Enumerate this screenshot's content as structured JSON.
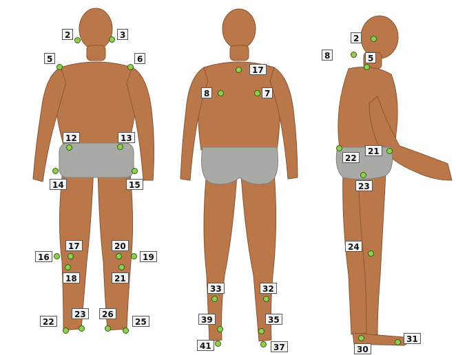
{
  "colors": {
    "skin": "#b9774a",
    "skin_dark": "#8a5432",
    "shorts": "#a9aaa6",
    "marker": "#8fd14f",
    "label_bg": "#f4f4f4"
  },
  "views": [
    {
      "id": "front",
      "markers": [
        {
          "label": "2"
        },
        {
          "label": "3"
        },
        {
          "label": "5"
        },
        {
          "label": "6"
        },
        {
          "label": "12"
        },
        {
          "label": "13"
        },
        {
          "label": "14"
        },
        {
          "label": "15"
        },
        {
          "label": "16"
        },
        {
          "label": "17"
        },
        {
          "label": "18"
        },
        {
          "label": "20"
        },
        {
          "label": "19"
        },
        {
          "label": "21"
        },
        {
          "label": "22"
        },
        {
          "label": "23"
        },
        {
          "label": "26"
        },
        {
          "label": "25"
        }
      ]
    },
    {
      "id": "back",
      "markers": [
        {
          "label": "17"
        },
        {
          "label": "8"
        },
        {
          "label": "7"
        },
        {
          "label": "33"
        },
        {
          "label": "32"
        },
        {
          "label": "39"
        },
        {
          "label": "35"
        },
        {
          "label": "41"
        },
        {
          "label": "37"
        }
      ]
    },
    {
      "id": "side",
      "markers": [
        {
          "label": "2"
        },
        {
          "label": "8"
        },
        {
          "label": "5"
        },
        {
          "label": "22"
        },
        {
          "label": "21"
        },
        {
          "label": "23"
        },
        {
          "label": "24"
        },
        {
          "label": "30"
        },
        {
          "label": "31"
        }
      ]
    }
  ]
}
